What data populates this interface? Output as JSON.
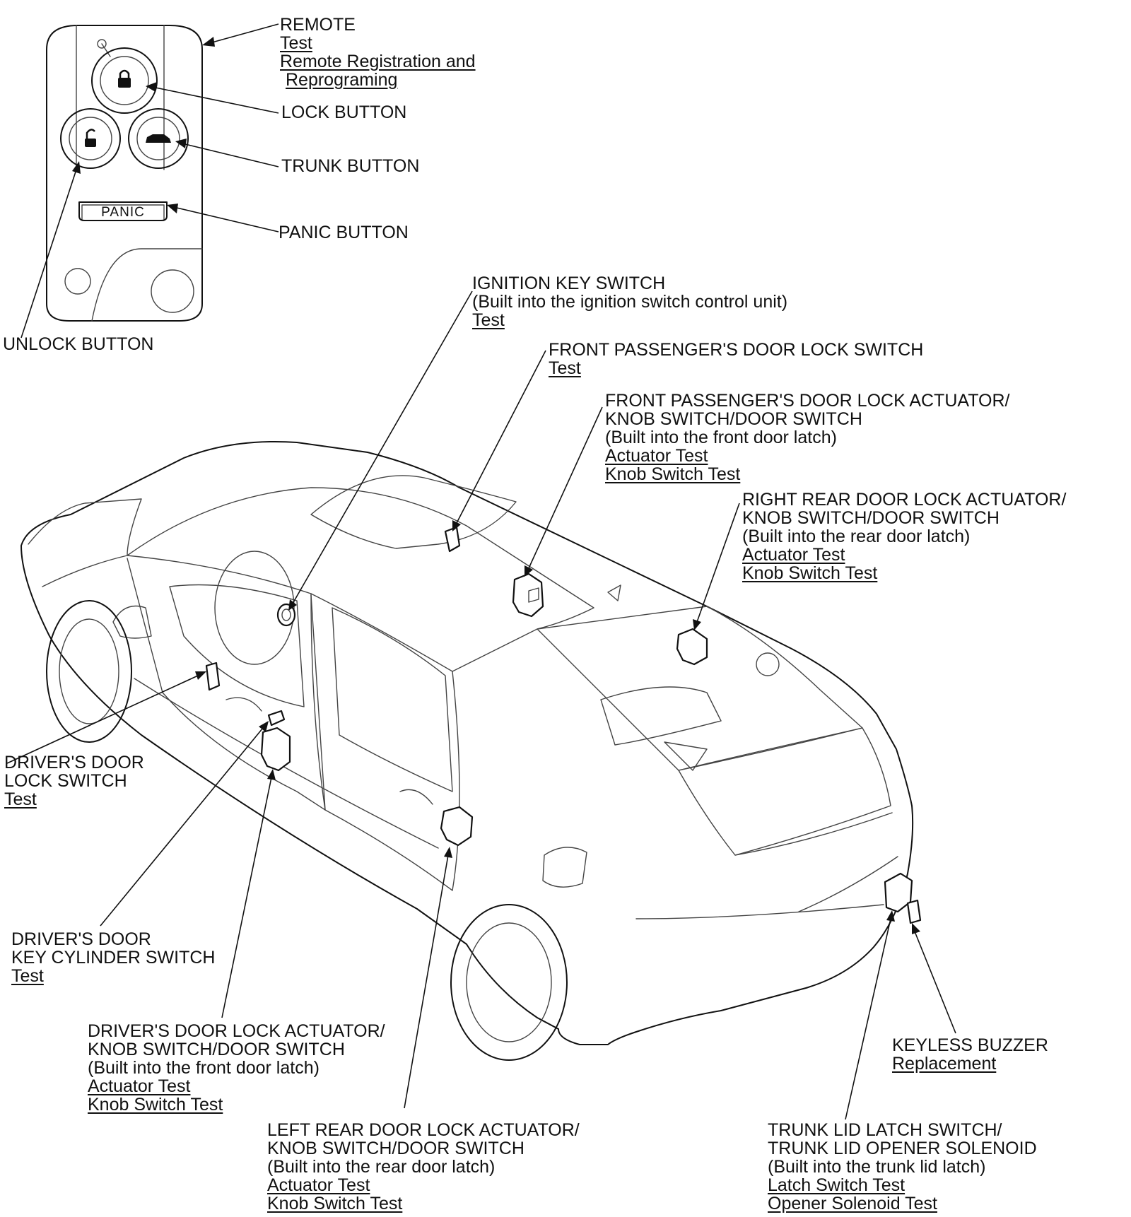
{
  "remote": {
    "title": "REMOTE",
    "links": [
      "Test",
      "Remote Registration and",
      "Reprograming"
    ],
    "panic_text": "PANIC"
  },
  "labels": {
    "lock_button": "LOCK BUTTON",
    "trunk_button": "TRUNK BUTTON",
    "panic_button": "PANIC BUTTON",
    "unlock_button": "UNLOCK BUTTON"
  },
  "ignition": {
    "lines": [
      "IGNITION KEY SWITCH",
      "(Built into the ignition switch control unit)"
    ],
    "links": [
      "Test"
    ]
  },
  "front_pass_lock_switch": {
    "lines": [
      "FRONT PASSENGER'S DOOR LOCK SWITCH"
    ],
    "links": [
      "Test"
    ]
  },
  "front_pass_actuator": {
    "lines": [
      "FRONT PASSENGER'S DOOR LOCK ACTUATOR/",
      "KNOB SWITCH/DOOR SWITCH",
      "(Built into the front door latch)"
    ],
    "links": [
      "Actuator Test",
      "Knob Switch Test"
    ]
  },
  "right_rear_actuator": {
    "lines": [
      "RIGHT REAR DOOR LOCK ACTUATOR/",
      "KNOB SWITCH/DOOR SWITCH",
      "(Built into the rear door latch)"
    ],
    "links": [
      "Actuator Test",
      "Knob Switch Test"
    ]
  },
  "driver_lock_switch": {
    "lines": [
      "DRIVER'S DOOR",
      "LOCK SWITCH"
    ],
    "links": [
      "Test"
    ]
  },
  "driver_key_cylinder": {
    "lines": [
      "DRIVER'S DOOR",
      "KEY CYLINDER SWITCH"
    ],
    "links": [
      "Test"
    ]
  },
  "driver_actuator": {
    "lines": [
      "DRIVER'S DOOR LOCK ACTUATOR/",
      "KNOB SWITCH/DOOR SWITCH",
      "(Built into the front door latch)"
    ],
    "links": [
      "Actuator Test",
      "Knob Switch Test"
    ]
  },
  "left_rear_actuator": {
    "lines": [
      "LEFT REAR DOOR LOCK ACTUATOR/",
      "KNOB SWITCH/DOOR SWITCH",
      "(Built into the rear door latch)"
    ],
    "links": [
      "Actuator Test",
      "Knob Switch Test"
    ]
  },
  "keyless_buzzer": {
    "lines": [
      "KEYLESS BUZZER"
    ],
    "links": [
      "Replacement"
    ]
  },
  "trunk_latch": {
    "lines": [
      "TRUNK LID LATCH SWITCH/",
      "TRUNK LID OPENER SOLENOID",
      "(Built into the trunk lid latch)"
    ],
    "links": [
      "Latch Switch Test",
      "Opener Solenoid Test"
    ]
  }
}
